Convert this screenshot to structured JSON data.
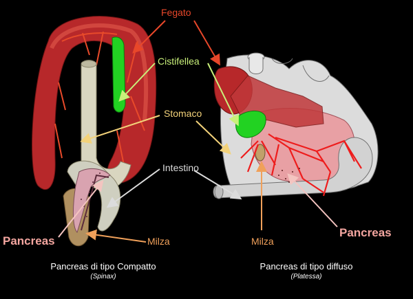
{
  "labels": {
    "fegato": "Fegato",
    "cistifellea": "Cistifellea",
    "stomaco": "Stomaco",
    "intestino": "Intestino",
    "milza_left": "Milza",
    "milza_right": "Milza",
    "pancreas_left": "Pancreas",
    "pancreas_right": "Pancreas"
  },
  "captions": {
    "left_title": "Pancreas di tipo Compatto",
    "left_species": "(Spinax)",
    "right_title": "Pancreas di tipo diffuso",
    "right_species": "(Platessa)"
  },
  "colors": {
    "fegato": "#e8472a",
    "cistifellea": "#c9f07a",
    "stomaco": "#f3d27a",
    "intestino": "#cfcfcf",
    "milza": "#f0a05a",
    "pancreas": "#f4a6a0",
    "liver_tissue": "#b7282a",
    "gallbladder": "#22d222",
    "gut": "#d9d6c0"
  }
}
